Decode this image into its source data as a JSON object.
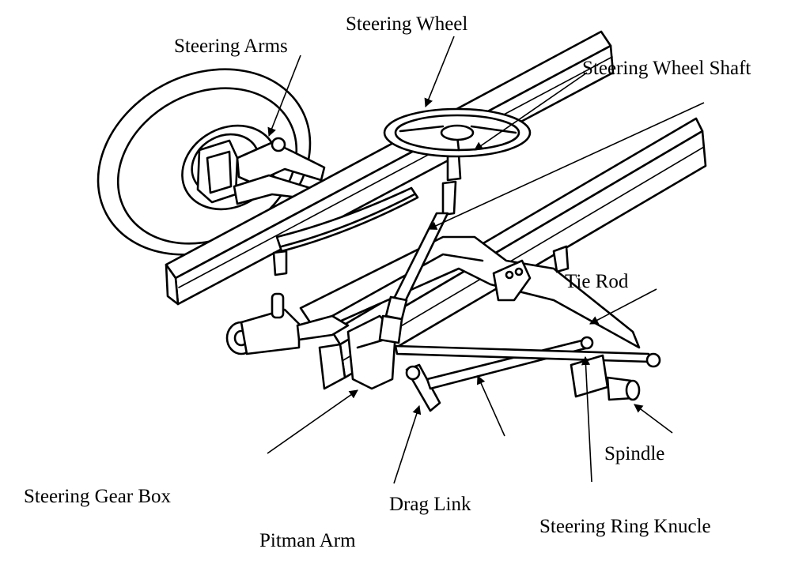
{
  "diagram": {
    "labels": {
      "steering_arms": "Steering Arms",
      "steering_wheel": "Steering Wheel",
      "steering_wheel_shaft": "Steering Wheel Shaft",
      "tie_rod": "Tie Rod",
      "spindle": "Spindle",
      "steering_gear_box": "Steering Gear Box",
      "drag_link": "Drag Link",
      "pitman_arm": "Pitman Arm",
      "steering_ring_knucle": "Steering Ring Knucle"
    },
    "colors": {
      "ink": "#000000",
      "background": "#ffffff"
    }
  }
}
